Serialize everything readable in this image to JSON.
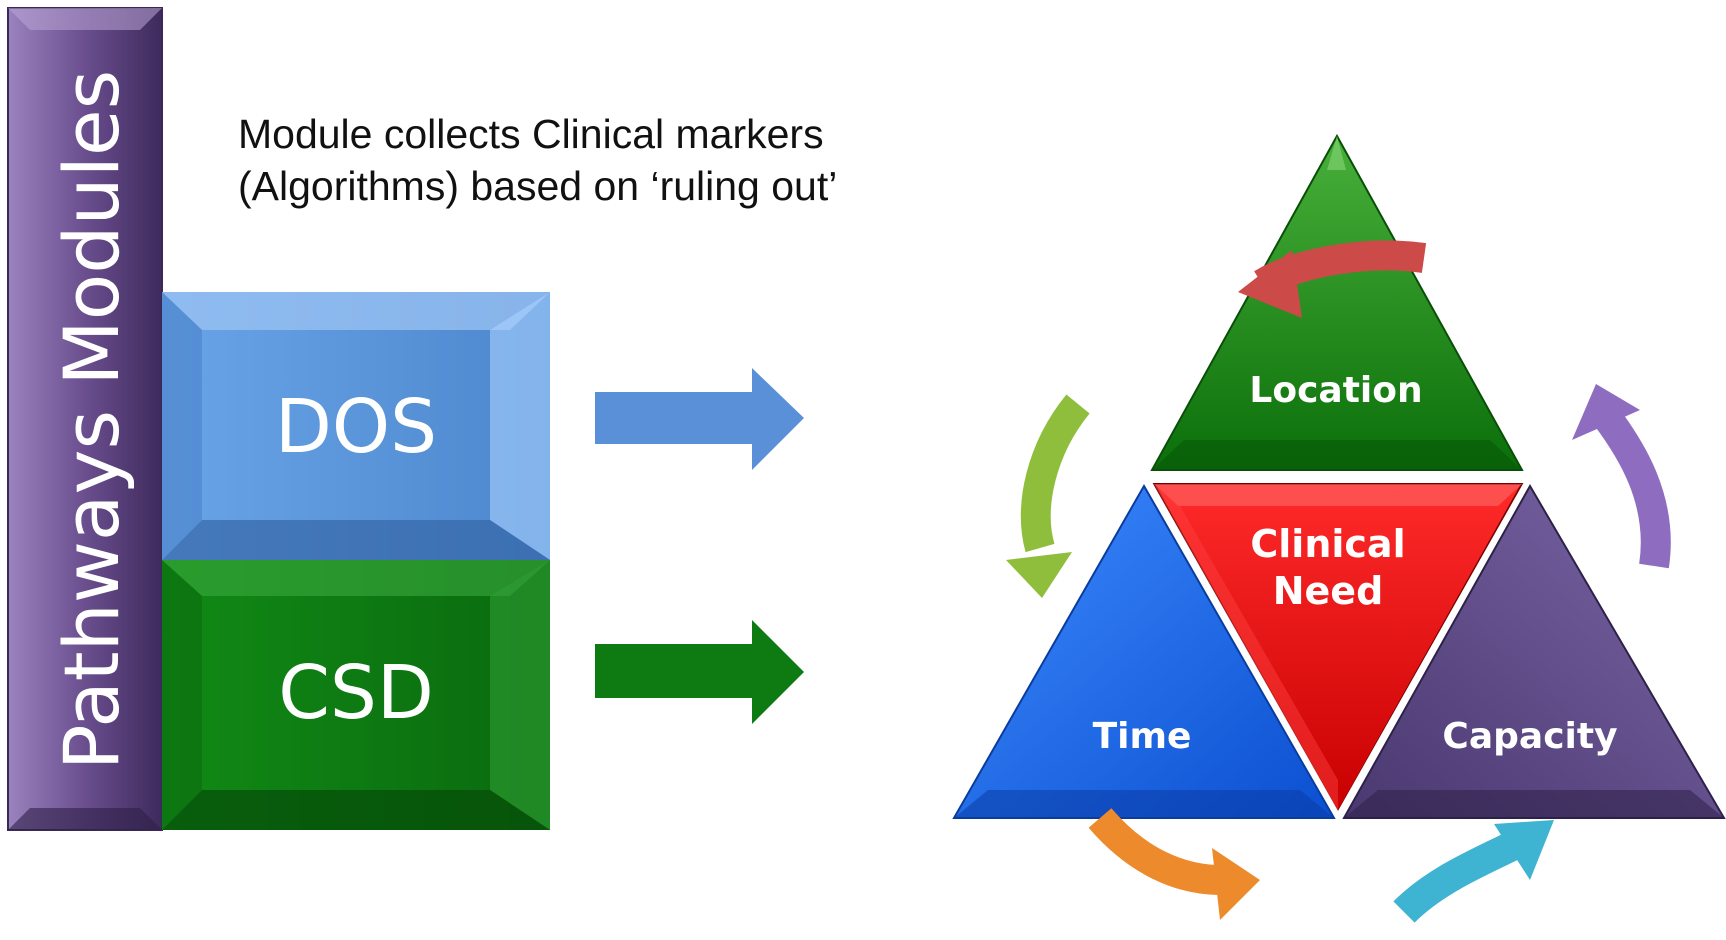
{
  "side_label": "Pathways Modules",
  "caption": {
    "line1": "Module collects Clinical markers",
    "line2": "(Algorithms) based on ‘ruling out’"
  },
  "modules": [
    {
      "label": "DOS",
      "color": "#5B96DC"
    },
    {
      "label": "CSD",
      "color": "#0E7A12"
    }
  ],
  "triangle": {
    "top": {
      "label": "Location",
      "color": "#14820F"
    },
    "center": {
      "label_line1": "Clinical",
      "label_line2": "Need",
      "color": "#F00000"
    },
    "bottom_left": {
      "label": "Time",
      "color": "#1464F0"
    },
    "bottom_right": {
      "label": "Capacity",
      "color": "#5E4A86"
    }
  },
  "cycle_arrow_colors": {
    "red": "#CC4A48",
    "purple": "#8E6CC0",
    "green": "#8FBE3C",
    "orange": "#EC8A2C",
    "cyan": "#3FB3D2"
  },
  "side_bar_color": "#6A4E8E"
}
